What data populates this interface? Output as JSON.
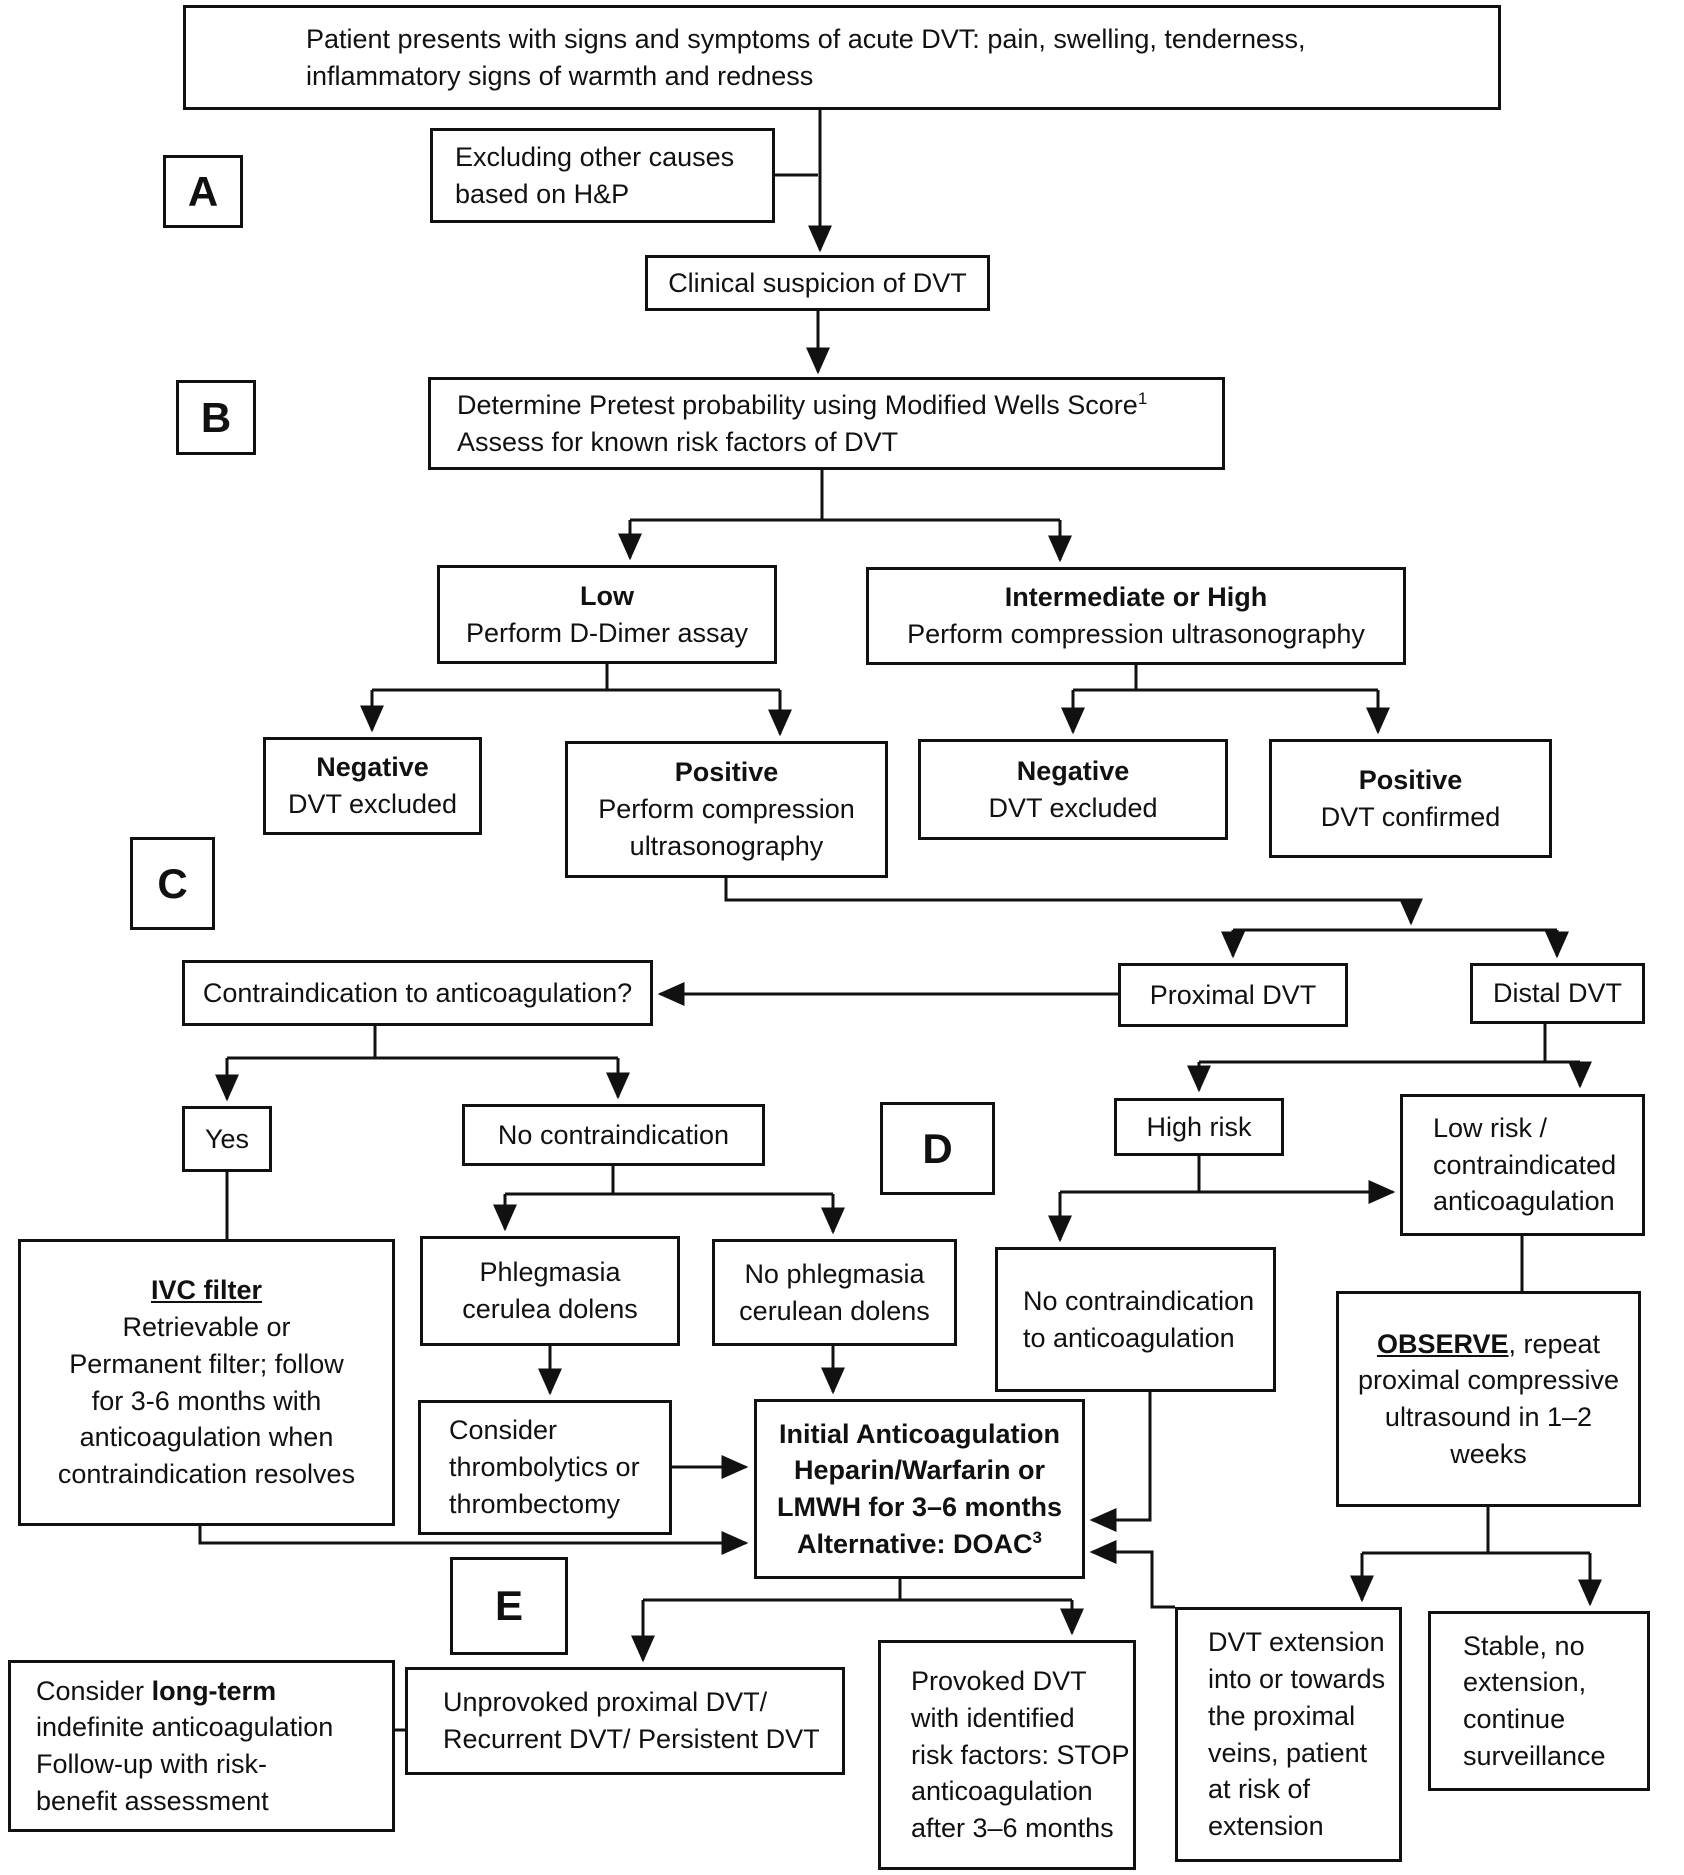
{
  "flowchart": {
    "colors": {
      "line": "#111111",
      "box_border": "#111111",
      "background": "#ffffff",
      "text": "#111111"
    },
    "stage_labels": {
      "a": "A",
      "b": "B",
      "c": "C",
      "d": "D",
      "e": "E"
    },
    "nodes": {
      "patient": {
        "line1": "Patient presents with signs and symptoms of acute DVT: pain, swelling, tenderness,",
        "line2": "inflammatory signs of warmth and redness"
      },
      "excluding": {
        "line1": "Excluding other causes",
        "line2": "based on H&P"
      },
      "clinical_suspicion": {
        "text": "Clinical suspicion of DVT"
      },
      "determine": {
        "line1": "Determine Pretest probability using Modified Wells Score",
        "line1_sup": "1",
        "line2": "Assess for known risk factors of DVT"
      },
      "low": {
        "title": "Low",
        "subtitle": "Perform D-Dimer assay"
      },
      "intermediate_high": {
        "title": "Intermediate or High",
        "subtitle": "Perform compression ultrasonography"
      },
      "low_negative": {
        "title": "Negative",
        "subtitle": "DVT excluded"
      },
      "low_positive": {
        "title": "Positive",
        "subtitle1": "Perform compression",
        "subtitle2": "ultrasonography"
      },
      "ih_negative": {
        "title": "Negative",
        "subtitle": "DVT excluded"
      },
      "ih_positive": {
        "title": "Positive",
        "subtitle": "DVT confirmed"
      },
      "contraindication": {
        "text": "Contraindication to anticoagulation?"
      },
      "proximal": {
        "text": "Proximal DVT"
      },
      "distal": {
        "text": "Distal DVT"
      },
      "yes": {
        "text": "Yes"
      },
      "no_contraindication": {
        "text": "No contraindication"
      },
      "high_risk": {
        "text": "High risk"
      },
      "low_risk": {
        "line1": "Low risk /",
        "line2": "contraindicated",
        "line3": "anticoagulation"
      },
      "ivc_filter": {
        "title": "IVC filter",
        "line1": "Retrievable or",
        "line2": "Permanent filter; follow",
        "line3": "for 3-6 months with",
        "line4": "anticoagulation when",
        "line5": "contraindication resolves"
      },
      "phlegmasia": {
        "line1": "Phlegmasia",
        "line2": "cerulea dolens"
      },
      "no_phlegmasia": {
        "line1": "No phlegmasia",
        "line2": "cerulean dolens"
      },
      "no_contra_anticoag": {
        "line1": "No contraindication",
        "line2": "to anticoagulation"
      },
      "observe": {
        "title": "OBSERVE",
        "title_rest": ", repeat",
        "line2": "proximal compressive",
        "line3": "ultrasound in 1–2",
        "line4": "weeks"
      },
      "thrombolytics": {
        "line1": "Consider",
        "line2": "thrombolytics or",
        "line3": "thrombectomy"
      },
      "initial_anticoag": {
        "line1": "Initial Anticoagulation",
        "line2": "Heparin/Warfarin or",
        "line3": "LMWH for 3–6 months",
        "line4": "Alternative: DOAC",
        "line4_sup": "3"
      },
      "long_term": {
        "pre": "Consider",
        "bold": "long-term",
        "line2": "indefinite anticoagulation",
        "line3": "Follow-up with risk-",
        "line4": "benefit assessment"
      },
      "unprovoked": {
        "line1": "Unprovoked proximal DVT/",
        "line2": "Recurrent DVT/ Persistent DVT"
      },
      "provoked": {
        "line1": "Provoked DVT",
        "line2": "with identified",
        "line3": "risk factors: STOP",
        "line4": "anticoagulation",
        "line5": "after 3–6 months"
      },
      "dvt_extension": {
        "line1": "DVT extension",
        "line2": "into or towards",
        "line3": "the proximal",
        "line4": "veins, patient",
        "line5": "at risk of",
        "line6": "extension"
      },
      "stable": {
        "line1": "Stable, no",
        "line2": "extension,",
        "line3": "continue",
        "line4": "surveillance"
      }
    }
  }
}
